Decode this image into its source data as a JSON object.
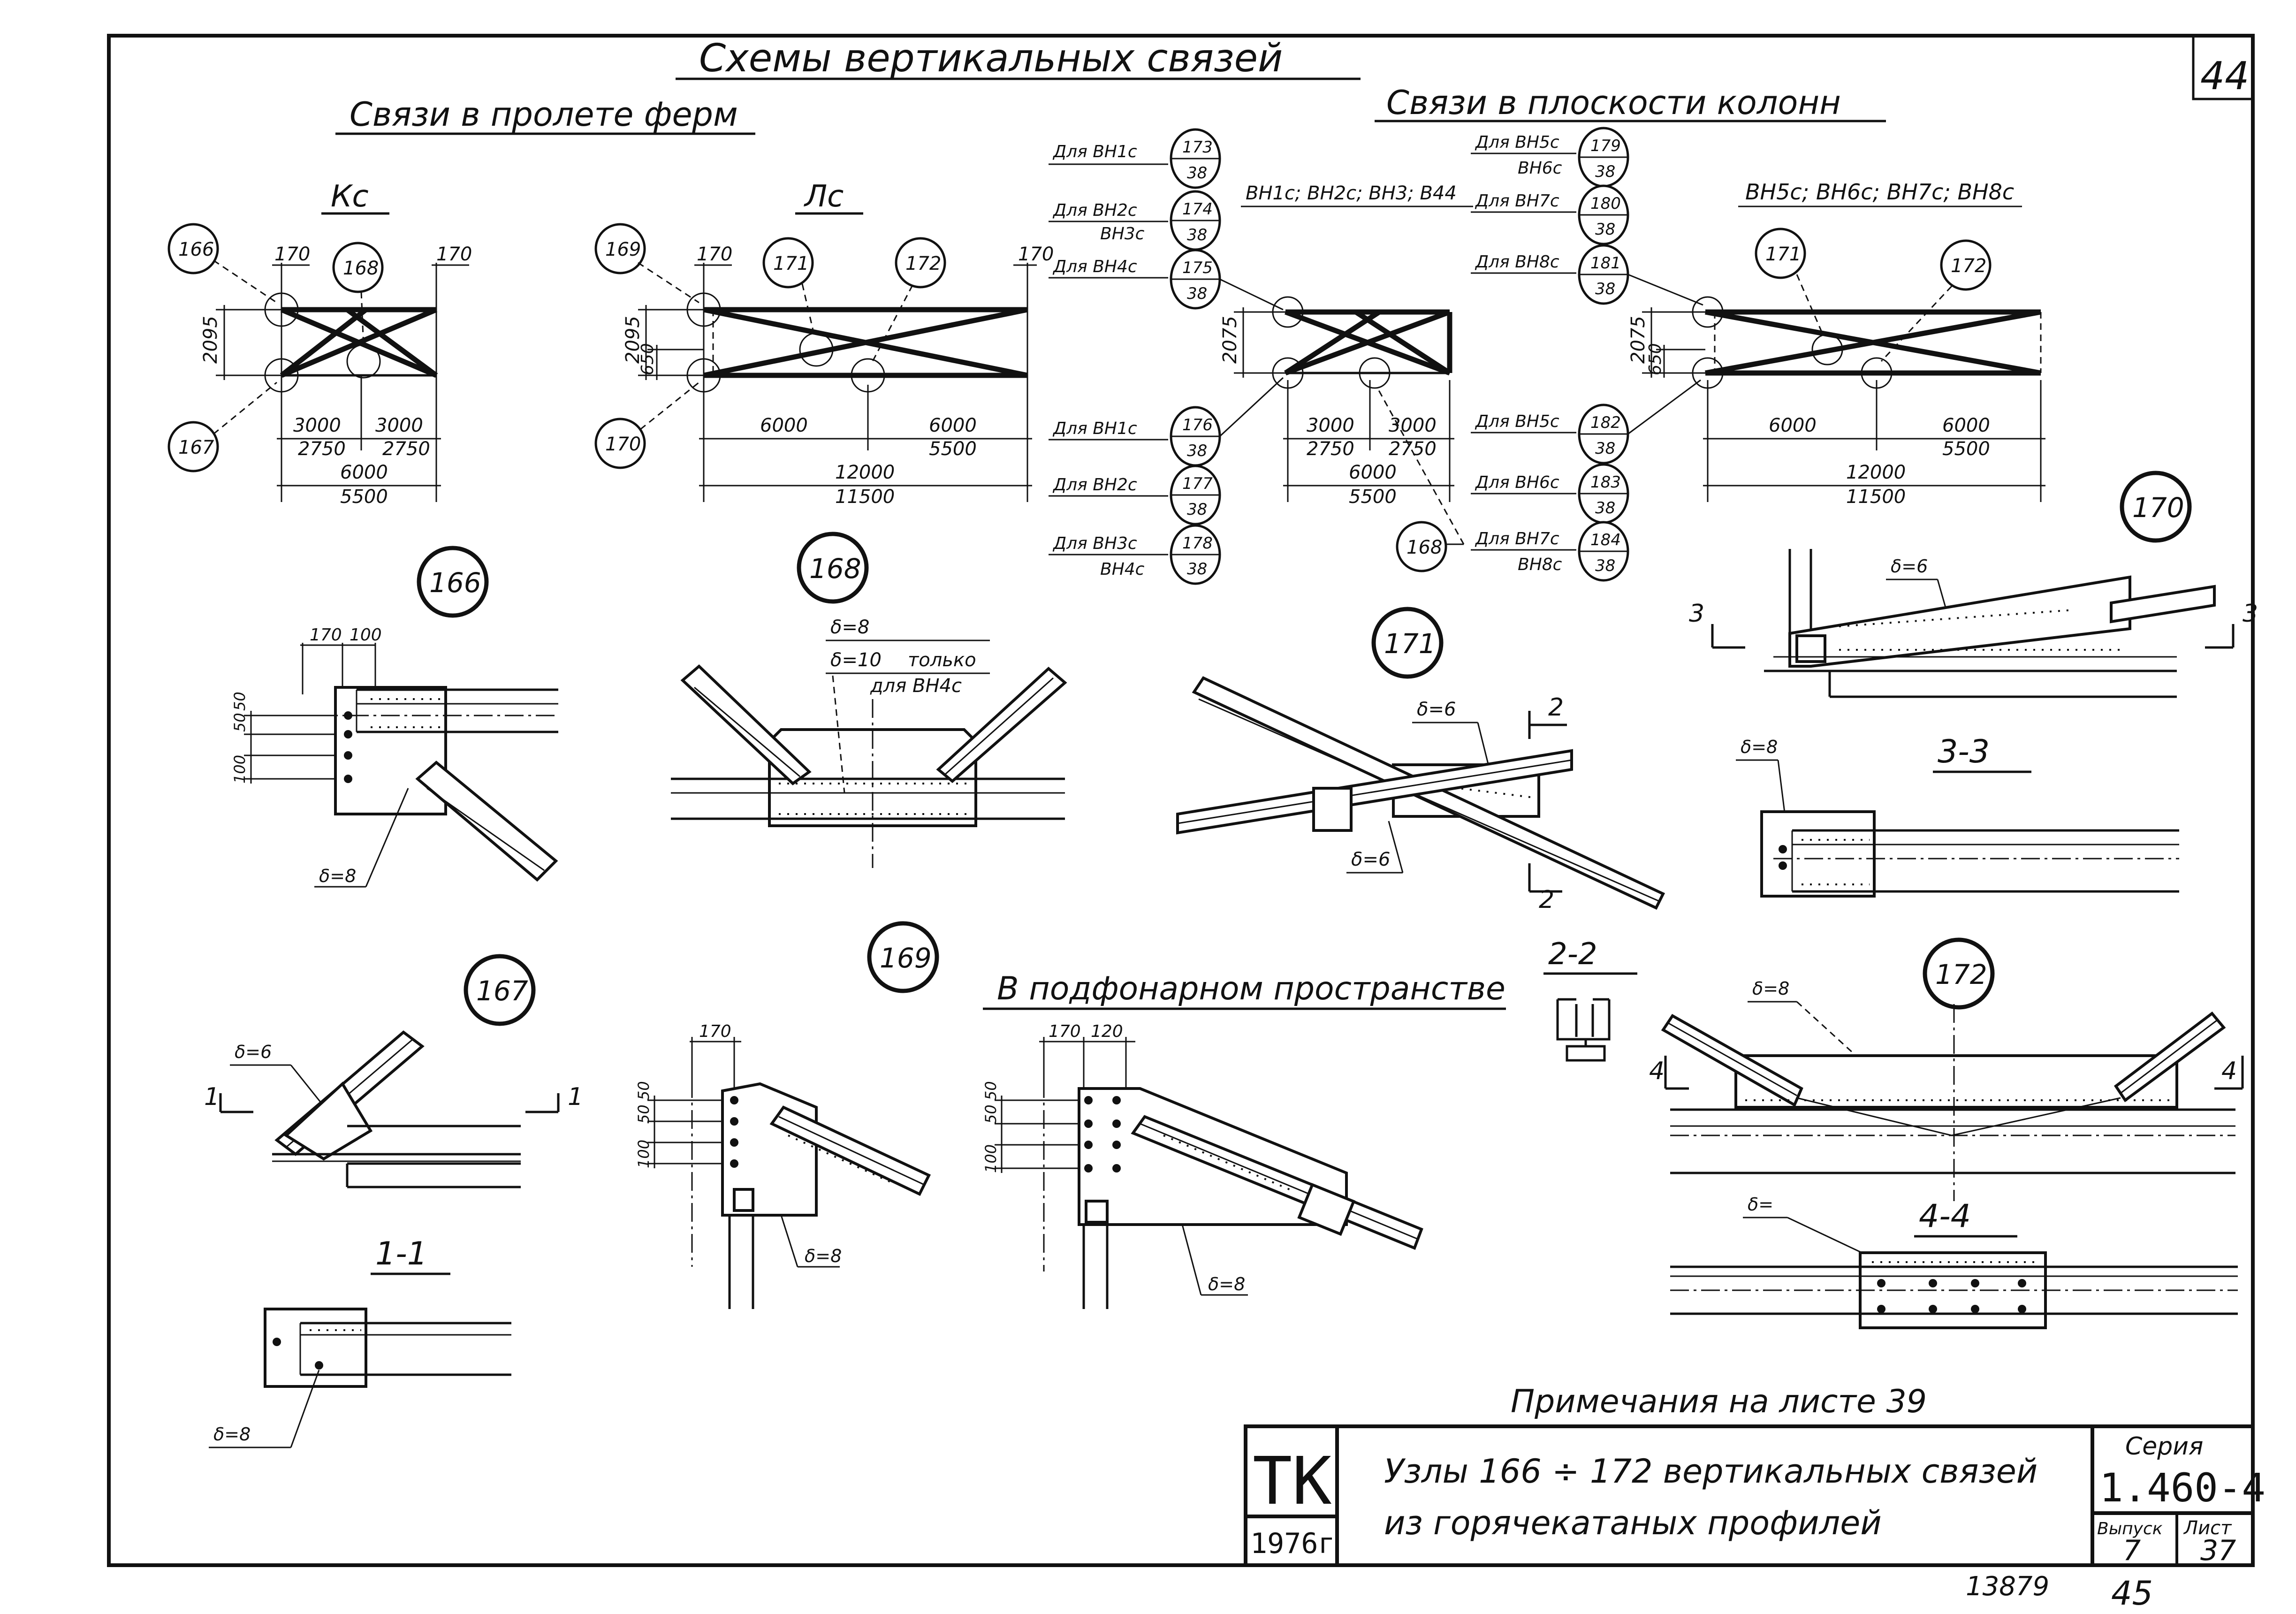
{
  "sheet_number_top": "44",
  "title": "Схемы вертикальных связей",
  "section_truss": "Связи в пролете ферм",
  "section_columns": "Связи в плоскости колонн",
  "section_lantern": "В подфонарном пространстве",
  "schemes": {
    "kc": {
      "label": "Кс",
      "dims": [
        "170",
        "170",
        "2095",
        "3000",
        "3000",
        "2750",
        "2750",
        "6000",
        "5500"
      ],
      "refs": [
        "166",
        "168",
        "167"
      ]
    },
    "lc": {
      "label": "Лс",
      "dims": [
        "170",
        "170",
        "2095",
        "650",
        "6000",
        "6000",
        "5500",
        "12000",
        "11500"
      ],
      "refs": [
        "169",
        "171",
        "172",
        "170"
      ]
    },
    "col_left": {
      "label": "ВН1с; ВН2с; ВН3; В44",
      "dims": [
        "2075",
        "3000",
        "3000",
        "2750",
        "2750",
        "6000",
        "5500"
      ],
      "refs": [
        "168"
      ]
    },
    "col_right": {
      "label": "ВН5с; ВН6с; ВН7с; ВН8с",
      "dims": [
        "2075",
        "650",
        "6000",
        "6000",
        "5500",
        "12000",
        "11500"
      ],
      "refs": [
        "171",
        "172"
      ]
    }
  },
  "callouts_left": [
    {
      "text": "Для ВН1с",
      "sub": "",
      "num": "173",
      "den": "38"
    },
    {
      "text": "Для ВН2с",
      "sub": "ВН3с",
      "num": "174",
      "den": "38"
    },
    {
      "text": "Для ВН4с",
      "sub": "",
      "num": "175",
      "den": "38"
    },
    {
      "text": "Для ВН1с",
      "sub": "",
      "num": "176",
      "den": "38"
    },
    {
      "text": "Для ВН2с",
      "sub": "",
      "num": "177",
      "den": "38"
    },
    {
      "text": "Для ВН3с",
      "sub": "ВН4с",
      "num": "178",
      "den": "38"
    }
  ],
  "callouts_right": [
    {
      "text": "Для ВН5с",
      "sub": "ВН6с",
      "num": "179",
      "den": "38"
    },
    {
      "text": "Для ВН7с",
      "sub": "",
      "num": "180",
      "den": "38"
    },
    {
      "text": "Для ВН8с",
      "sub": "",
      "num": "181",
      "den": "38"
    },
    {
      "text": "Для ВН5с",
      "sub": "",
      "num": "182",
      "den": "38"
    },
    {
      "text": "Для ВН6с",
      "sub": "",
      "num": "183",
      "den": "38"
    },
    {
      "text": "Для ВН7с",
      "sub": "ВН8с",
      "num": "184",
      "den": "38"
    }
  ],
  "nodes": {
    "n166": {
      "num": "166",
      "dims": [
        "170",
        "100",
        "100",
        "50",
        "50"
      ],
      "thk": "δ=8"
    },
    "n168": {
      "num": "168",
      "thk1": "δ=8",
      "thk2": "δ=10",
      "note": "только",
      "note2": "для ВН4с"
    },
    "n171": {
      "num": "171",
      "thk1": "δ=6",
      "thk2": "δ=6",
      "cut": "2"
    },
    "n170": {
      "num": "170",
      "thk": "δ=6",
      "cut": "3"
    },
    "n167": {
      "num": "167",
      "thk": "δ=6",
      "cut": "1"
    },
    "n169": {
      "num": "169",
      "dims": [
        "170",
        "100",
        "50",
        "50"
      ],
      "thk": "δ=8"
    },
    "n_lantern": {
      "dims": [
        "170",
        "120",
        "100",
        "50",
        "50"
      ],
      "thk": "δ=8"
    },
    "n172": {
      "num": "172",
      "thk": "δ=8",
      "cut": "4"
    }
  },
  "sections": {
    "s11": {
      "label": "1-1",
      "thk": "δ=8"
    },
    "s22": {
      "label": "2-2"
    },
    "s33": {
      "label": "3-3",
      "thk": "δ=8"
    },
    "s44": {
      "label": "4-4",
      "thk": "δ="
    }
  },
  "notes": "Примечания на листе 39",
  "title_block": {
    "org": "ТК",
    "year": "1976г",
    "title_line1": "Узлы 166 ÷ 172 вертикальных связей",
    "title_line2": "из горячекатаных профилей",
    "series_label": "Серия",
    "series_value": "1.460-4",
    "issue_label": "Выпуск",
    "issue_value": "7",
    "sheet_label": "Лист",
    "sheet_value": "37"
  },
  "footer_inventory": "13879",
  "footer_page": "45"
}
